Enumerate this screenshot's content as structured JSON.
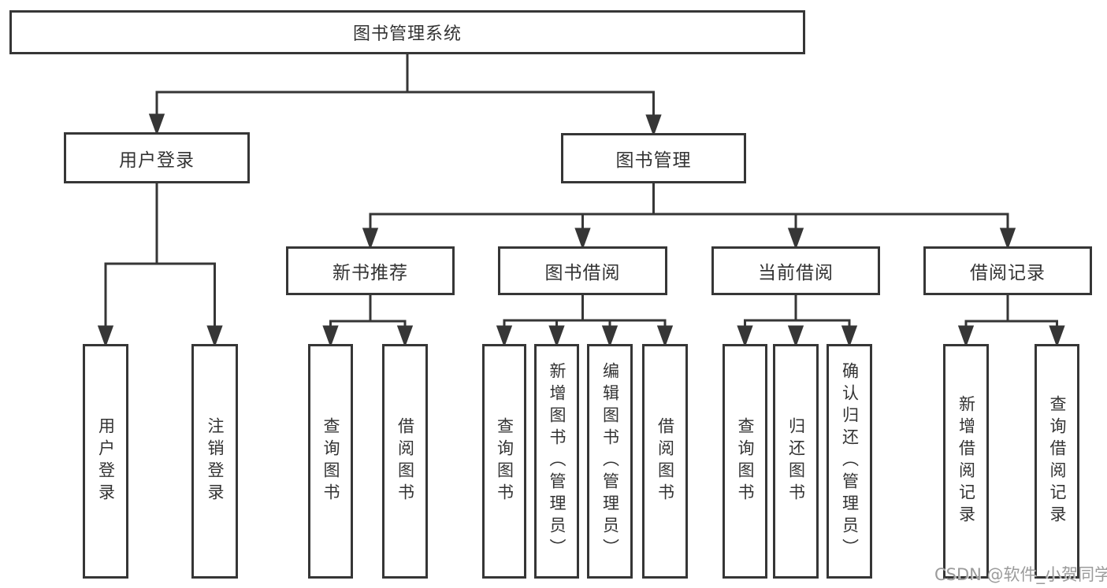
{
  "diagram": {
    "title": "图书管理系统",
    "watermark": "CSDN @软件_小贺同学",
    "colors": {
      "line": "#363636",
      "text": "#333333",
      "background": "#ffffff",
      "watermark": "#9b9b9b"
    },
    "nodes": {
      "root": {
        "label": "图书管理系统"
      },
      "user_login": {
        "label": "用户登录"
      },
      "book_mgmt": {
        "label": "图书管理"
      },
      "new_book_rec": {
        "label": "新书推荐"
      },
      "book_borrow": {
        "label": "图书借阅"
      },
      "current_borrow": {
        "label": "当前借阅"
      },
      "borrow_records": {
        "label": "借阅记录"
      },
      "leaf_user_login": {
        "label": "用户登录"
      },
      "leaf_logout": {
        "label": "注销登录"
      },
      "leaf_rec_query": {
        "label": "查询图书"
      },
      "leaf_rec_borrow": {
        "label": "借阅图书"
      },
      "leaf_bb_query": {
        "label": "查询图书"
      },
      "leaf_bb_add": {
        "label": "新增图书（管理员）"
      },
      "leaf_bb_edit": {
        "label": "编辑图书（管理员）"
      },
      "leaf_bb_borrow": {
        "label": "借阅图书"
      },
      "leaf_cb_query": {
        "label": "查询图书"
      },
      "leaf_cb_return": {
        "label": "归还图书"
      },
      "leaf_cb_confirm": {
        "label": "确认归还（管理员）"
      },
      "leaf_br_add": {
        "label": "新增借阅记录"
      },
      "leaf_br_query": {
        "label": "查询借阅记录"
      }
    },
    "structure": {
      "图书管理系统": [
        "用户登录",
        "图书管理"
      ],
      "用户登录": [
        "用户登录",
        "注销登录"
      ],
      "图书管理": [
        "新书推荐",
        "图书借阅",
        "当前借阅",
        "借阅记录"
      ],
      "新书推荐": [
        "查询图书",
        "借阅图书"
      ],
      "图书借阅": [
        "查询图书",
        "新增图书（管理员）",
        "编辑图书（管理员）",
        "借阅图书"
      ],
      "当前借阅": [
        "查询图书",
        "归还图书",
        "确认归还（管理员）"
      ],
      "借阅记录": [
        "新增借阅记录",
        "查询借阅记录"
      ]
    }
  }
}
